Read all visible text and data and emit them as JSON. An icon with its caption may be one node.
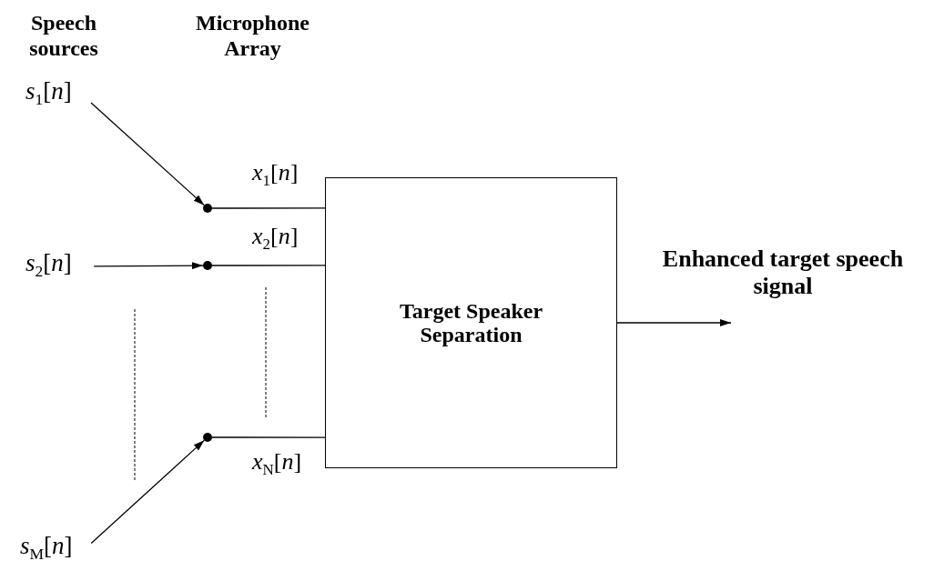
{
  "diagram": {
    "nodes": [
      {
        "text": [
          "*s*$_{1}$[*n*]"
        ]
      },
      {
        "text": [
          "*s*$_{2}$[*n*]"
        ]
      },
      {
        "text": [
          "*s*$_{M}$[*n*]"
        ]
      },
      {
        "text": [],
        "shape": "circle"
      },
      {
        "text": [],
        "shape": "circle"
      },
      {
        "text": [],
        "shape": "circle"
      },
      {
        "text": [
          "Target Speaker Separation"
        ]
      },
      {
        "text": [
          "Enhanced target speech signal"
        ]
      }
    ],
    "edges": [
      {
        "from": 0,
        "to": 3,
        "arrow": "to"
      },
      {
        "from": 1,
        "to": 4,
        "arrow": "to"
      },
      {
        "from": 2,
        "to": 5,
        "arrow": "to"
      },
      {
        "from": 3,
        "to": 6,
        "arrow": "none",
        "label": "*x*$_{1}$[*n*]"
      },
      {
        "from": 4,
        "to": 6,
        "arrow": "none",
        "label": "*x*$_{2}$[*n*]"
      },
      {
        "from": 5,
        "to": 6,
        "arrow": "none",
        "label": "*x*$_{N}$[*n*]"
      },
      {
        "from": 6,
        "to": 7,
        "arrow": "to"
      }
    ],
    "labels": [
      "Speech sources",
      "Microphone Array"
    ]
  }
}
